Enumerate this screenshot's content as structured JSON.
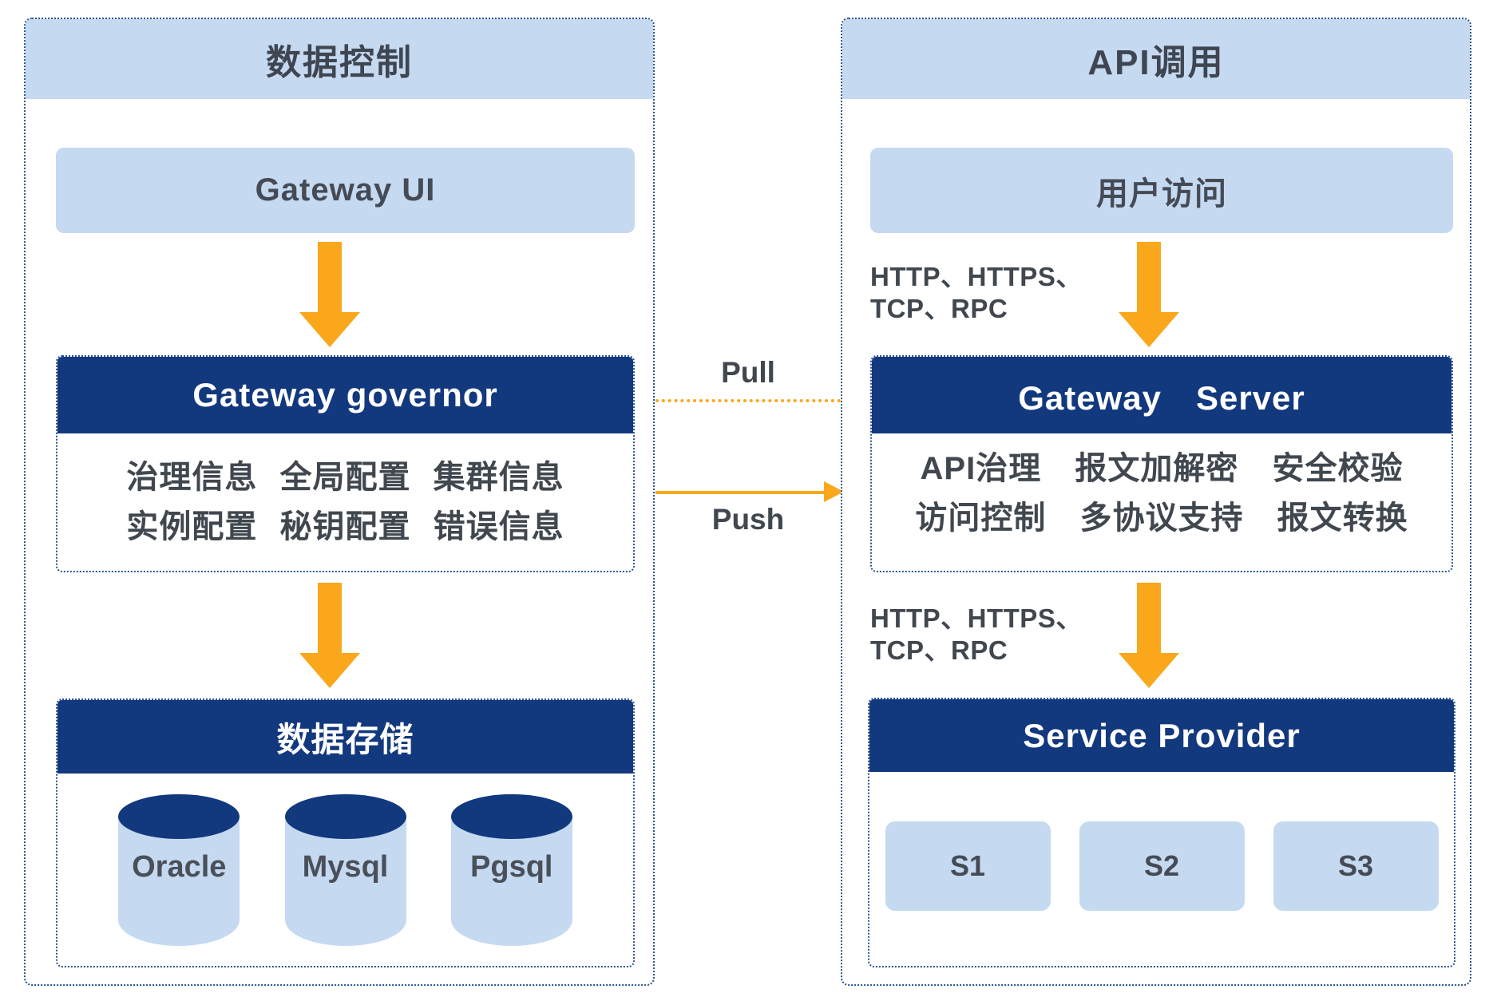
{
  "left_panel": {
    "title": "数据控制",
    "gateway_ui": "Gateway UI",
    "governor": {
      "title": "Gateway governor",
      "line1": "治理信息 全局配置 集群信息",
      "line2": "实例配置 秘钥配置 错误信息"
    },
    "storage": {
      "title": "数据存储",
      "databases": [
        "Oracle",
        "Mysql",
        "Pgsql"
      ]
    }
  },
  "right_panel": {
    "title": "API调用",
    "user_access": "用户访问",
    "protocols": {
      "line1": "HTTP、HTTPS、",
      "line2": "TCP、RPC"
    },
    "server": {
      "title": "Gateway　Server",
      "line1": "API治理 报文加解密 安全校验",
      "line2": "访问控制 多协议支持 报文转换"
    },
    "provider": {
      "title": "Service Provider",
      "services": [
        "S1",
        "S2",
        "S3"
      ]
    }
  },
  "connectors": {
    "pull": "Pull",
    "push": "Push"
  },
  "colors": {
    "navy": "#12387E",
    "light_blue": "#C5D9F1",
    "orange": "#FAA71B",
    "text": "#40474F",
    "dotted_border": "#2A5490"
  }
}
